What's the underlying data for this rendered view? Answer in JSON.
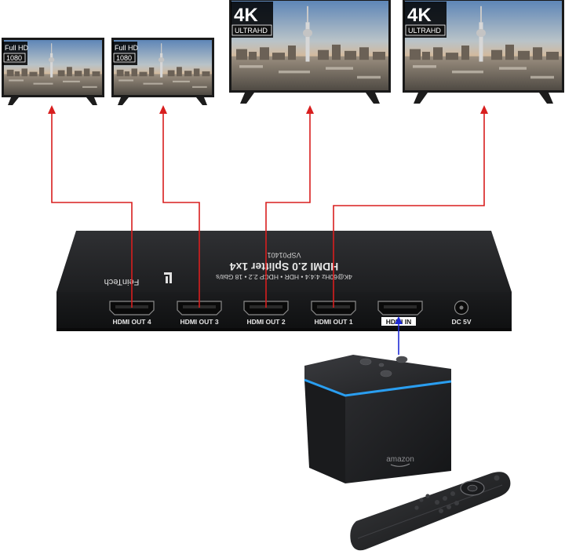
{
  "tvs": [
    {
      "badge_top": "Full HD",
      "badge_bottom": "1080"
    },
    {
      "badge_top": "Full HD",
      "badge_bottom": "1080"
    },
    {
      "badge_top": "4K",
      "badge_bottom": "ULTRAHD"
    },
    {
      "badge_top": "4K",
      "badge_bottom": "ULTRAHD"
    }
  ],
  "splitter": {
    "brand": "FeinTech",
    "model": "VSP01401",
    "title": "HDMI 2.0 Splitter 1x4",
    "spec": "4K@60Hz 4:4:4 • HDR • HDCP 2.2 • 18 Gbit/s",
    "ports": [
      "HDMI OUT 4",
      "HDMI OUT 3",
      "HDMI OUT 2",
      "HDMI OUT 1",
      "HDMI IN",
      "DC 5V"
    ]
  },
  "media_player": {
    "brand": "amazon"
  },
  "colors": {
    "signal_out": "#d81e1e",
    "signal_in": "#1f2bd6",
    "device_body": "#26272a",
    "accent_ring": "#2a9ef0"
  }
}
